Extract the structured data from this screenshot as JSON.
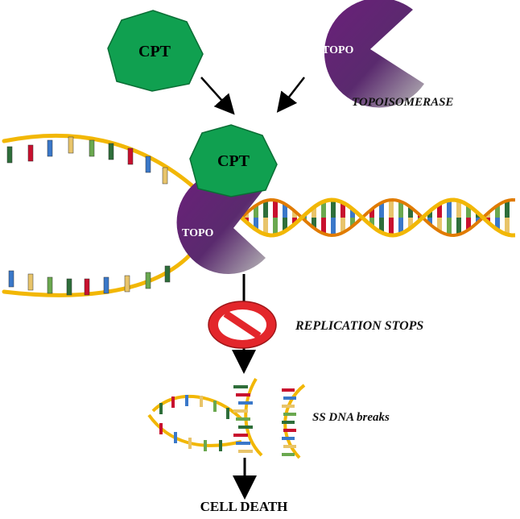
{
  "labels": {
    "cpt_top": "CPT",
    "topo_top": "TOPO",
    "topoisomerase": "TOPOISOMERASE",
    "cpt_complex": "CPT",
    "topo_complex": "TOPO",
    "replication": "REPLICATION STOPS",
    "breaks": "SS DNA breaks",
    "death": "CELL DEATH"
  },
  "colors": {
    "cpt_fill": "#10a050",
    "topo_dark": "#5a1f6e",
    "topo_light": "#9a9a9a",
    "backbone": "#f2b705",
    "backbone_edge": "#e07b00",
    "stop_red": "#e3262b",
    "bases": [
      "#2e6e3a",
      "#c8102e",
      "#3a78c9",
      "#e8c46a",
      "#6aa84f"
    ]
  },
  "icons": {
    "cpt": "heptagon-icon",
    "topo": "pacman-enzyme-icon",
    "stop": "prohibited-sign-icon",
    "arrow": "arrow-down-icon"
  }
}
